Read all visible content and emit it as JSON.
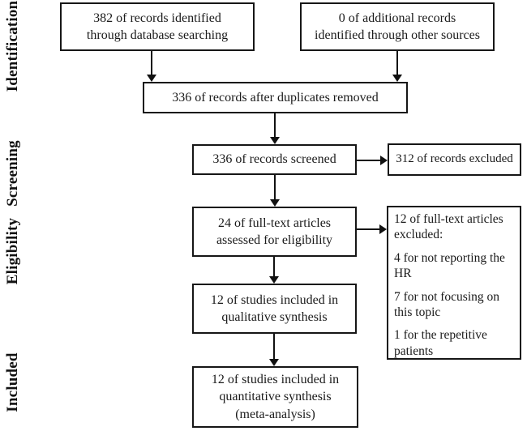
{
  "diagram": {
    "type": "prisma-flow",
    "colors": {
      "background": "#ffffff",
      "line": "#111111",
      "text": "#1a1a1a"
    }
  },
  "sidebar": {
    "stages": [
      "Identification",
      "Screening",
      "Eligibility",
      "Included"
    ]
  },
  "flow": {
    "identified_database": "382 of records identified\nthrough database searching",
    "identified_other": "0 of additional records\nidentified through other sources",
    "after_duplicates": "336 of records after duplicates removed",
    "screened": "336 of records screened",
    "records_excluded": "312 of records excluded",
    "fulltext_assessed": "24 of full-text articles\nassessed for eligibility",
    "fulltext_excluded_header": "12 of full-text articles\nexcluded:",
    "fulltext_excluded_reasons": [
      "4 for not reporting the\nHR",
      "7 for not focusing on\nthis topic",
      "1 for the repetitive\npatients"
    ],
    "qualitative": "12 of studies included in\nqualitative synthesis",
    "quantitative": "12 of studies included in\nquantitative synthesis\n(meta-analysis)"
  }
}
